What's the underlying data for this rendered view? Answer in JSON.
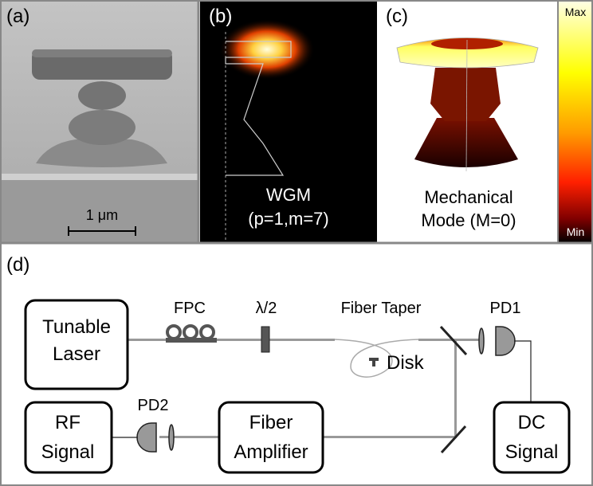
{
  "panels": {
    "a": {
      "label": "(a)",
      "scalebar": "1 μm"
    },
    "b": {
      "label": "(b)",
      "title": "WGM",
      "subtitle": "(p=1,m=7)"
    },
    "c": {
      "label": "(c)",
      "title": "Mechanical",
      "subtitle": "Mode (M=0)"
    },
    "colorbar": {
      "max": "Max",
      "min": "Min"
    },
    "d": {
      "label": "(d)",
      "tunable_laser": [
        "Tunable",
        "Laser"
      ],
      "fpc": "FPC",
      "half_wave": "λ/2",
      "fiber_taper": "Fiber Taper",
      "pd1": "PD1",
      "disk": "Disk",
      "rf_signal": [
        "RF",
        "Signal"
      ],
      "pd2": "PD2",
      "fiber_amplifier": [
        "Fiber",
        "Amplifier"
      ],
      "dc_signal": [
        "DC",
        "Signal"
      ]
    }
  }
}
